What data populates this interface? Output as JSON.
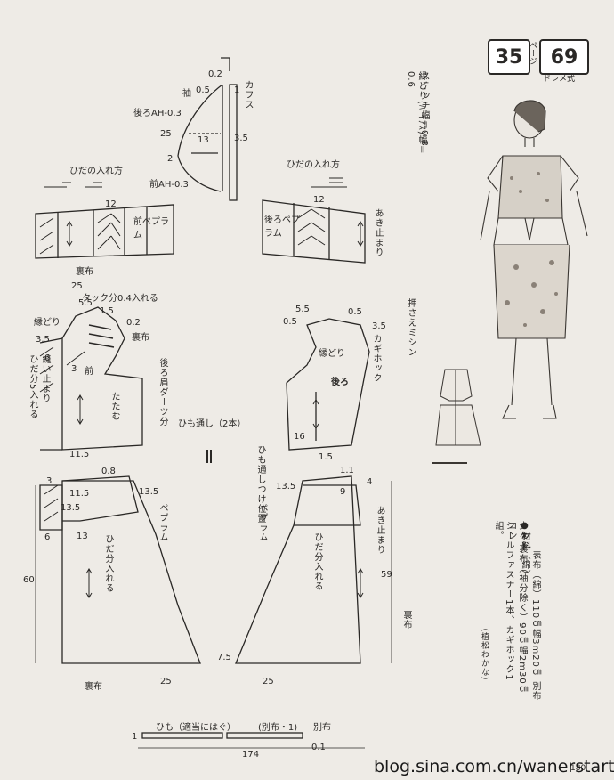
{
  "page_ref": {
    "left": "35",
    "left_unit": "ページ",
    "right": "69",
    "style_label": "ドレメ式"
  },
  "stitch_note": [
    "ステッチ幅＝0.3",
    "縁どり(ﾊﾞｲｱｽ)幅＝0.6"
  ],
  "labels": {
    "sleeve": "袖",
    "cuff": "カフス",
    "back_ah": "後ろAH-0.3",
    "front_ah": "前AH-0.3",
    "pleat_method_left": "ひだの入れ方",
    "pleat_method_right": "ひだの入れ方",
    "front_peplum_top": "前ペプラム",
    "back_peplum_top": "後ろペプラム",
    "opening_end": "あき止まり",
    "lining": "裏布",
    "tuck": "タック分0.4入れる",
    "binding": "縁どり",
    "front": "前",
    "sew_end": "縫い止まり",
    "pleat_add": "ひだ分5入れる",
    "back_shoulder": "後ろ肩ダーツ分",
    "fold": "たたむ",
    "hook": "カギホック",
    "back": "後ろ",
    "press_stitch": "押さえミシン",
    "string_pass": "ひも通し（2本）",
    "string_pos": "ひも通しつけ位置",
    "peplum": "ペプラム",
    "pleat_add_2": "ひだ分入れる",
    "string": "ひも（適当にはぐ）",
    "string_fabric": "(別布・1)",
    "separate_fabric": "別布"
  },
  "numbers": {
    "n02": "0.2",
    "n05": "0.5",
    "n1": "1",
    "n13": "13",
    "n25": "25",
    "n2": "2",
    "n35": "3.5",
    "n12": "12",
    "n55": "5.5",
    "n15": "1.5",
    "n6": "6",
    "n3": "3",
    "n11": "1.1",
    "n08": "0.8",
    "n115": "11.5",
    "n135": "13.5",
    "n60": "60",
    "n59": "59",
    "n9": "9",
    "n4": "4",
    "n75": "7.5",
    "n174": "174",
    "n01": "0.1",
    "n16": "16"
  },
  "materials": {
    "heading": "●材料",
    "lines": [
      "表布（綿）110㎝幅3m20㎝ 別布（綿）",
      "少々 裏布（袖分除く）90㎝幅2m30㎝ コン",
      "シールファスナー1本、カギホック1組。",
      "（植松わかな）"
    ]
  },
  "page_number": "180",
  "watermark": "blog.sina.com.cn/wanerstart"
}
